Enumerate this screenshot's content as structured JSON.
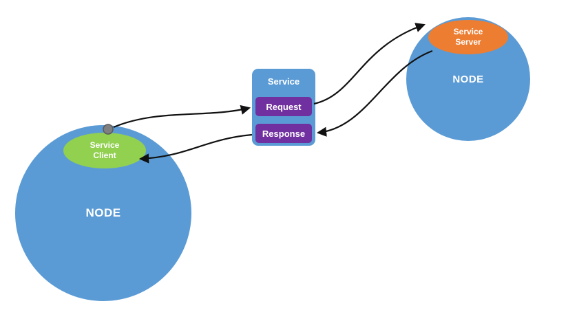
{
  "diagram": {
    "title_hint": "ROS service communication diagram",
    "left_node": {
      "label": "NODE"
    },
    "right_node": {
      "label": "NODE"
    },
    "service_client": {
      "label": "Service Client"
    },
    "service_server": {
      "label": "Service Server"
    },
    "service_box": {
      "title": "Service",
      "request_label": "Request",
      "response_label": "Response"
    },
    "colors": {
      "node_blue": "#5b9bd5",
      "client_green": "#92d050",
      "server_orange": "#ed7d31",
      "button_purple": "#7030a0",
      "arrow_black": "#111111",
      "dot_gray": "#7f7f7f"
    }
  }
}
